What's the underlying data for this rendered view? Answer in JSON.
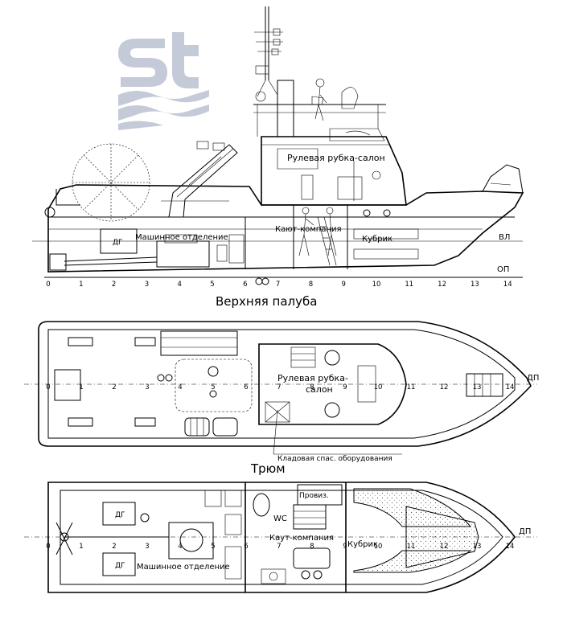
{
  "logo": {
    "text": "st",
    "color": "#c5cad8"
  },
  "side_view": {
    "labels": {
      "wheelhouse": "Рулевая рубка-салон",
      "wardroom": "Кают-компания",
      "crew_cabin": "Кубрик",
      "engine_room": "Машинное отделение",
      "generator": "ДГ",
      "waterline": "ВЛ",
      "baseline": "ОП"
    },
    "frames": [
      "0",
      "1",
      "2",
      "3",
      "4",
      "5",
      "6",
      "7",
      "8",
      "9",
      "10",
      "11",
      "12",
      "13",
      "14"
    ]
  },
  "upper_deck": {
    "title": "Верхняя палуба",
    "labels": {
      "wheelhouse_line1": "Рулевая рубка-",
      "wheelhouse_line2": "салон",
      "storeroom": "Кладовая спас. оборудования",
      "centerline": "ДП"
    },
    "frames": [
      "0",
      "1",
      "2",
      "3",
      "4",
      "5",
      "6",
      "7",
      "8",
      "9",
      "10",
      "11",
      "12",
      "13",
      "14"
    ]
  },
  "hold": {
    "title": "Трюм",
    "labels": {
      "provisions": "Провиз.",
      "wc": "WC",
      "wardroom": "Каут-компания",
      "crew_cabin": "Кубрик",
      "engine_room": "Машинное отделение",
      "generator_top": "ДГ",
      "generator_bottom": "ДГ",
      "centerline": "ДП"
    },
    "frames": [
      "0",
      "1",
      "2",
      "3",
      "4",
      "5",
      "6",
      "7",
      "8",
      "9",
      "10",
      "11",
      "12",
      "13",
      "14"
    ]
  }
}
